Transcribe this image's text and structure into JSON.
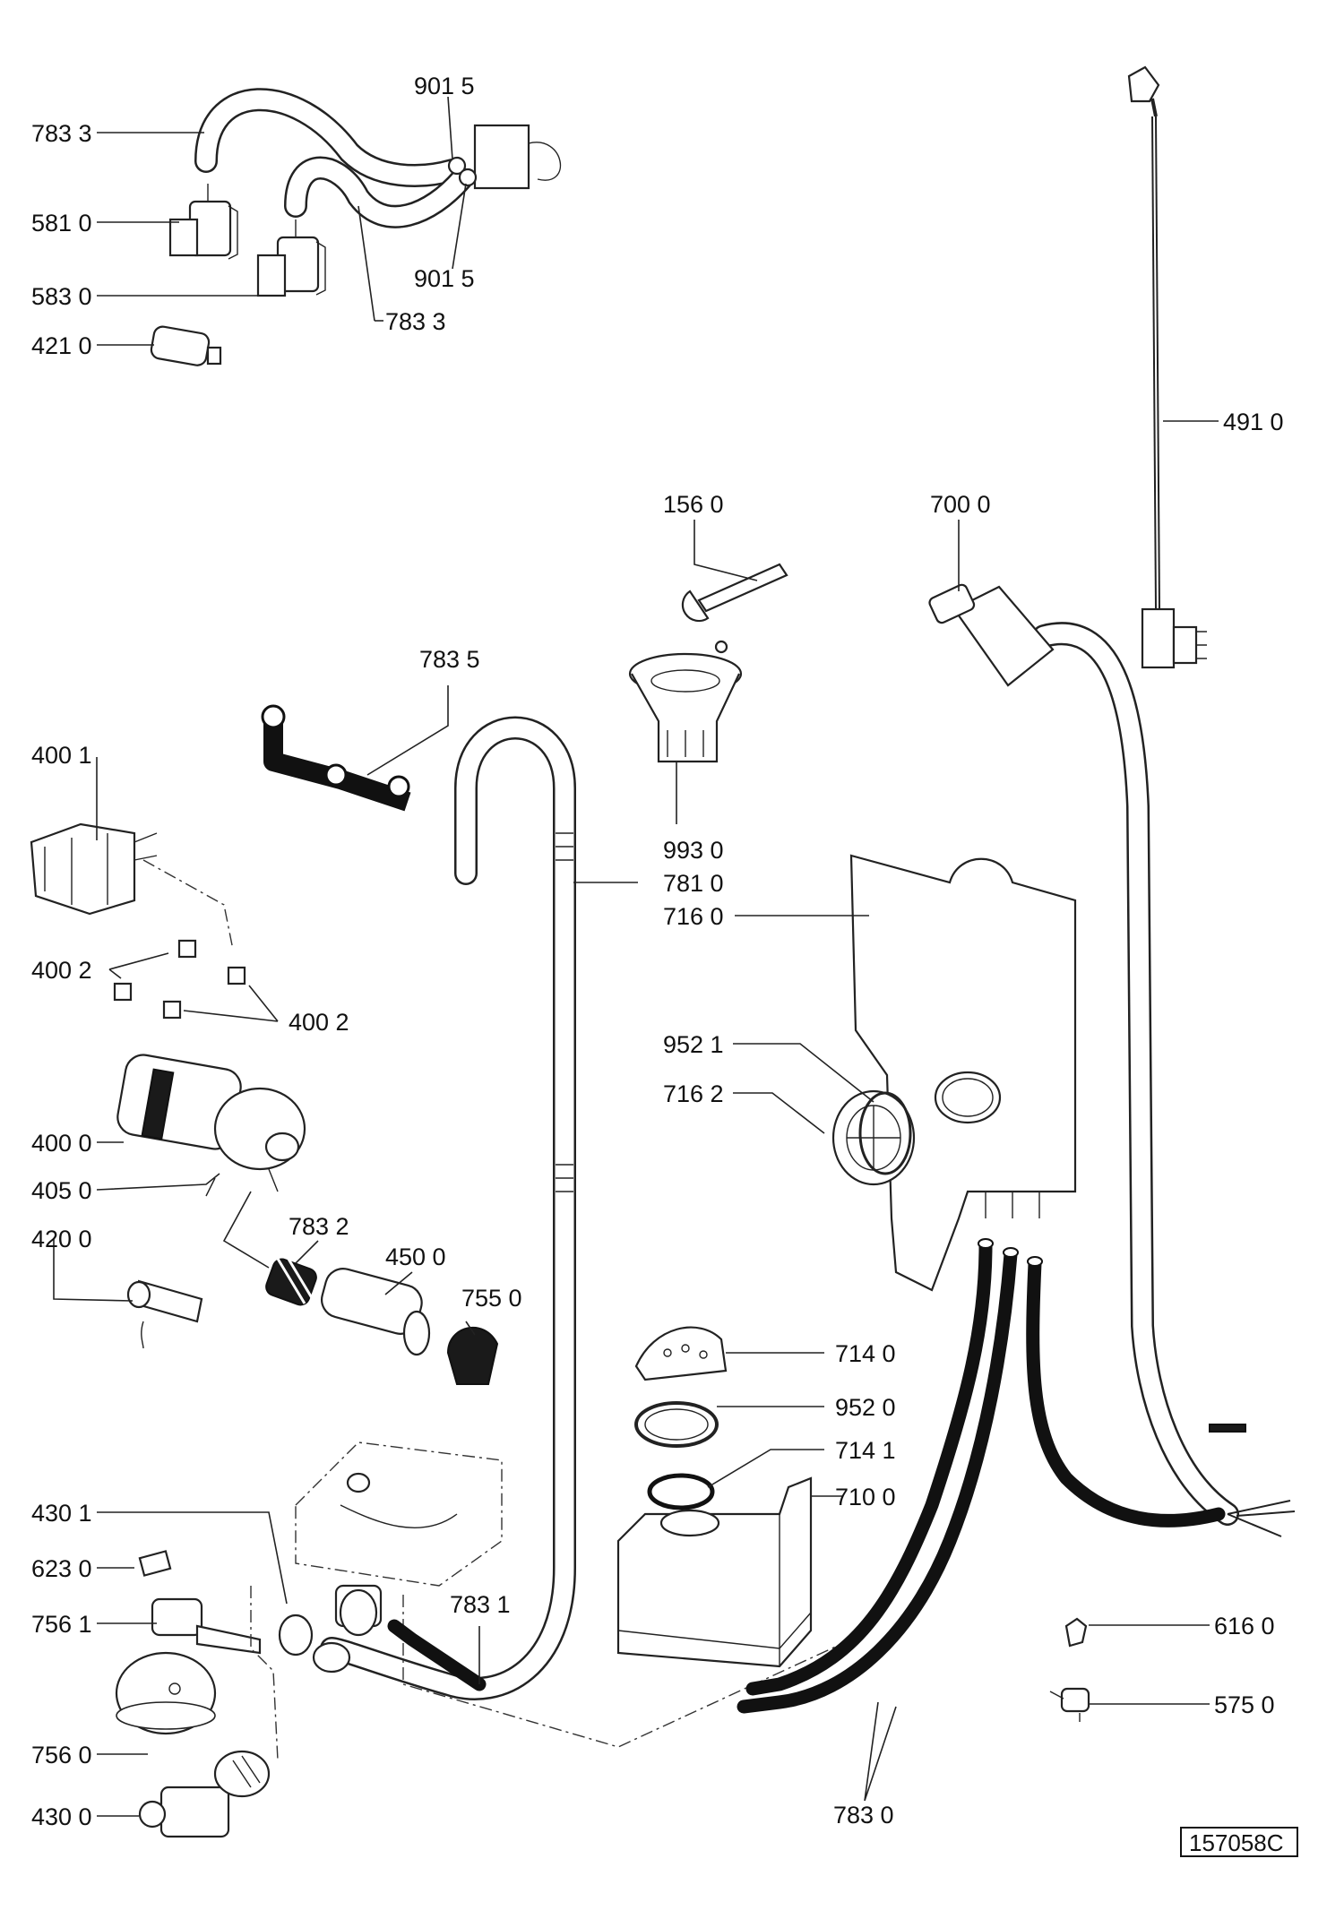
{
  "diagram": {
    "reference": "157058C",
    "callouts": {
      "hose_783_3_top": "783 3",
      "clamp_901_5_top": "901 5",
      "pressure_switch_581_0": "581 0",
      "pressure_switch_583_0": "583 0",
      "clamp_901_5_bottom": "901 5",
      "hose_783_3_bottom": "783 3",
      "capacitor_421_0": "421 0",
      "power_cord_491_0": "491 0",
      "nozzle_156_0": "156 0",
      "valve_700_0": "700 0",
      "hose_783_5": "783 5",
      "mounting_400_1": "400 1",
      "funnel_993_0": "993 0",
      "drain_hose_781_0": "781 0",
      "panel_716_0": "716 0",
      "clips_400_2_left": "400 2",
      "clips_400_2_right": "400 2",
      "seal_952_1": "952 1",
      "filter_716_2": "716 2",
      "motor_400_0": "400 0",
      "pump_405_0": "405 0",
      "sensor_420_0": "420 0",
      "hose_783_2": "783 2",
      "heater_450_0": "450 0",
      "elbow_755_0": "755 0",
      "cap_714_0": "714 0",
      "ring_952_0": "952 0",
      "gasket_714_1": "714 1",
      "dispenser_710_0": "710 0",
      "seal_430_1": "430 1",
      "float_623_0": "623 0",
      "switch_756_1": "756 1",
      "hose_783_1": "783 1",
      "switch_616_0": "616 0",
      "float_756_0": "756 0",
      "thermostat_575_0": "575 0",
      "drain_pump_430_0": "430 0",
      "hoses_783_0": "783 0"
    }
  }
}
